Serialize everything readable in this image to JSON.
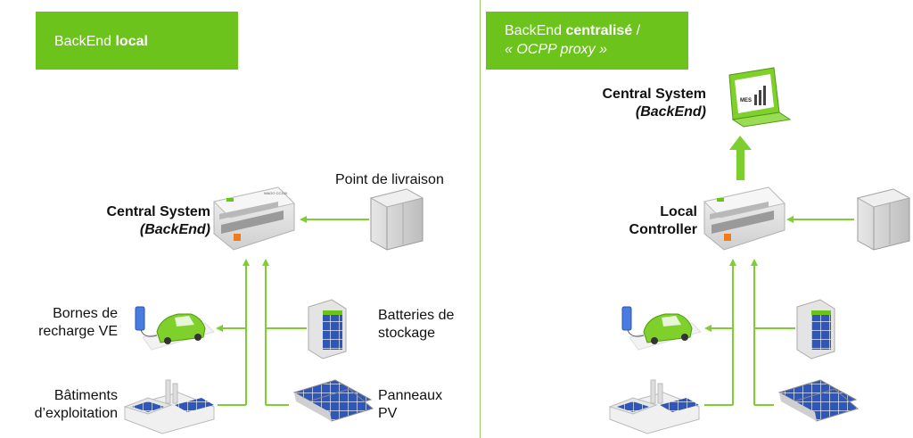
{
  "left": {
    "tag_prefix": "BackEnd ",
    "tag_bold": "local",
    "central_title": "Central System",
    "central_sub": "(BackEnd)",
    "delivery_label": "Point de livraison",
    "ev_label_1": "Bornes de",
    "ev_label_2": "recharge VE",
    "battery_label_1": "Batteries de",
    "battery_label_2": "stockage",
    "building_label_1": "Bâtiments",
    "building_label_2": "d’exploitation",
    "pv_label_1": "Panneaux",
    "pv_label_2": "PV"
  },
  "right": {
    "tag_prefix": "BackEnd ",
    "tag_bold": "centralisé",
    "tag_suffix": " /",
    "tag_line2": "« OCPP proxy »",
    "central_title": "Central System",
    "central_sub": "(BackEnd)",
    "controller_1": "Local",
    "controller_2": "Controller"
  },
  "device": {
    "brand_text": "WAGO CC100"
  },
  "laptop": {
    "screen_text": "MES"
  },
  "colors": {
    "accent": "#6cc31c",
    "arrow": "#7ccf2e"
  }
}
